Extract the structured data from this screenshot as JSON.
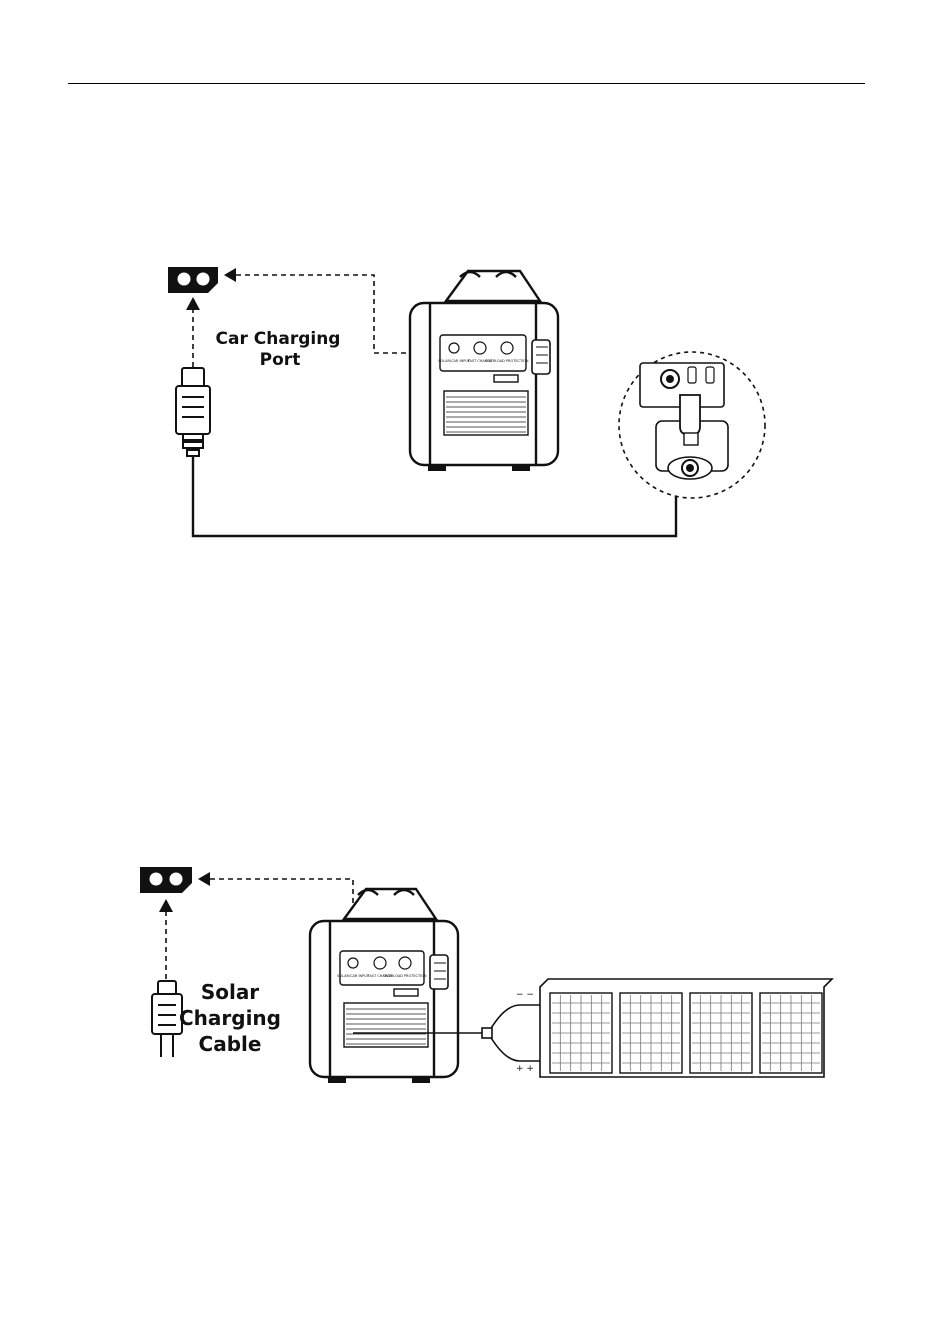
{
  "diagram_car": {
    "label_line1": "Car Charging",
    "label_line2": "Port"
  },
  "diagram_solar": {
    "label_line1": "Solar",
    "label_line2": "Charging",
    "label_line3": "Cable",
    "polarity_top": "− −",
    "polarity_bottom": "+ +"
  },
  "device_panel": {
    "input_label": "SOLAR/CAR INPUT",
    "charge_label": "FAST CHARGE",
    "protection_label": "OVERLOAD PROTECTION"
  }
}
